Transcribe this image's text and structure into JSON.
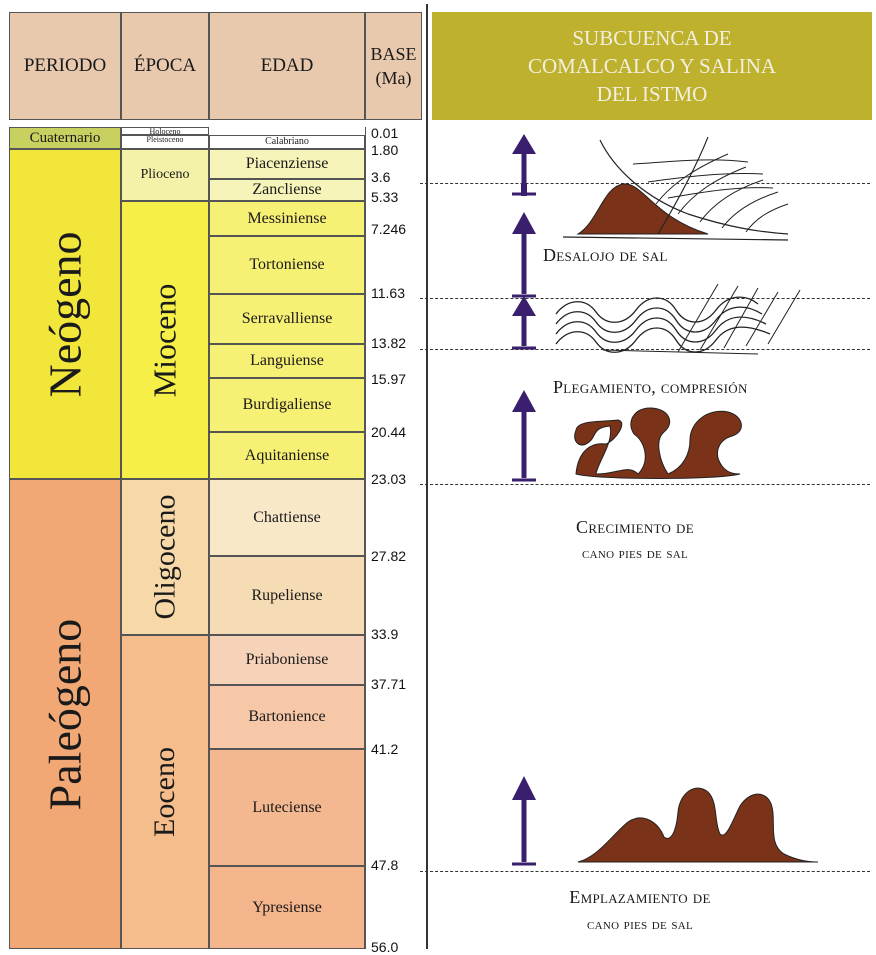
{
  "headers": {
    "periodo": "PERIODO",
    "epoca": "ÉPOCA",
    "edad": "EDAD",
    "base": "BASE",
    "base_unit": "(Ma)",
    "subcuenca": "SUBCUENCA DE",
    "subcuenca_line2": "COMALCALCO Y SALINA",
    "subcuenca_line3": "DEL ISTMO"
  },
  "periods": [
    {
      "name": "Cuaternario",
      "color": "#c8d060"
    },
    {
      "name": "Neógeno",
      "color": "#f2e63a"
    },
    {
      "name": "Paleógeno",
      "color": "#f2a874"
    }
  ],
  "epochs": [
    {
      "name": "Holoceno"
    },
    {
      "name": "Pleistoceno"
    },
    {
      "name": "Plioceno",
      "color": "#f4f2a8"
    },
    {
      "name": "Mioceno",
      "color": "#f5ef48"
    },
    {
      "name": "Oligoceno",
      "color": "#f7d8a8"
    },
    {
      "name": "Eoceno",
      "color": "#f5bd8c"
    }
  ],
  "ages": [
    {
      "name": "Calabriano"
    },
    {
      "name": "Piacenziense",
      "color": "#f6f4b8"
    },
    {
      "name": "Zancliense",
      "color": "#f6f4b8"
    },
    {
      "name": "Messiniense",
      "color": "#f6f074"
    },
    {
      "name": "Tortoniense",
      "color": "#f6f074"
    },
    {
      "name": "Serravalliense",
      "color": "#f6f074"
    },
    {
      "name": "Languiense",
      "color": "#f6f074"
    },
    {
      "name": "Burdigaliense",
      "color": "#f6f074"
    },
    {
      "name": "Aquitaniense",
      "color": "#f6f074"
    },
    {
      "name": "Chattiense",
      "color": "#f9e8c8"
    },
    {
      "name": "Rupeliense",
      "color": "#f6dcb4"
    },
    {
      "name": "Priaboniense",
      "color": "#f6d2b8"
    },
    {
      "name": "Bartonience",
      "color": "#f6c8a8"
    },
    {
      "name": "Luteciense",
      "color": "#f4b890"
    },
    {
      "name": "Ypresiense",
      "color": "#f4b48c"
    }
  ],
  "base_values": [
    "0.01",
    "1.80",
    "3.6",
    "5.33",
    "7.246",
    "11.63",
    "13.82",
    "15.97",
    "20.44",
    "23.03",
    "27.82",
    "33.9",
    "37.71",
    "41.2",
    "47.8",
    "56.0"
  ],
  "events": {
    "desalojo": "Desalojo de sal",
    "plegamiento": "Plegamiento, compresión",
    "crecimiento_1": "Crecimiento de",
    "crecimiento_2": "cano pies de sal",
    "emplazamiento_1": "Emplazamiento de",
    "emplazamiento_2": "cano pies de sal"
  },
  "colors": {
    "header_bg": "#e8c9ae",
    "subcuenca_bg": "#bdb12e",
    "salt": "#7a3318",
    "arrow": "#3a1f6e"
  }
}
